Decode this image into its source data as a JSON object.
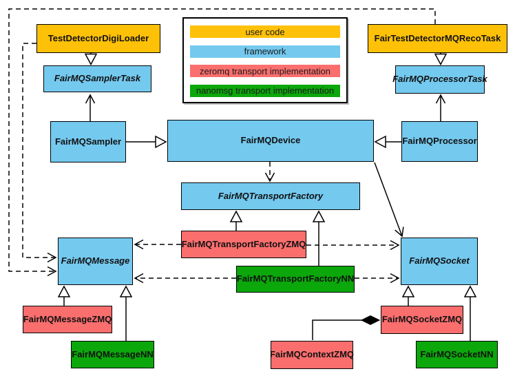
{
  "legend": {
    "items": [
      {
        "label": "user code",
        "color": "#FFC107"
      },
      {
        "label": "framework",
        "color": "#74C9EF"
      },
      {
        "label": "zeromq transport implementation",
        "color": "#FA6E6E"
      },
      {
        "label": "nanomsg transport implementation",
        "color": "#0BA70B"
      }
    ]
  },
  "colors": {
    "user_code": "#FFC107",
    "framework": "#74C9EF",
    "zeromq": "#FA6E6E",
    "nanomsg": "#0BA70B",
    "line": "#000000"
  },
  "nodes": {
    "testDetectorDigiLoader": {
      "label": "TestDetectorDigiLoader",
      "category": "user code",
      "abstract": false
    },
    "fairTestDetectorMQRecoTask": {
      "label": "FairTestDetectorMQRecoTask",
      "category": "user code",
      "abstract": false
    },
    "fairMQSamplerTask": {
      "label": "FairMQSamplerTask",
      "category": "framework",
      "abstract": true
    },
    "fairMQProcessorTask": {
      "label": "FairMQProcessorTask",
      "category": "framework",
      "abstract": true
    },
    "fairMQSampler": {
      "label": "FairMQSampler",
      "category": "framework",
      "abstract": false
    },
    "fairMQDevice": {
      "label": "FairMQDevice",
      "category": "framework",
      "abstract": false
    },
    "fairMQProcessor": {
      "label": "FairMQProcessor",
      "category": "framework",
      "abstract": false
    },
    "fairMQTransportFactory": {
      "label": "FairMQTransportFactory",
      "category": "framework",
      "abstract": true
    },
    "fairMQTransportFactoryZMQ": {
      "label": "FairMQTransportFactoryZMQ",
      "category": "zeromq",
      "abstract": false
    },
    "fairMQTransportFactoryNN": {
      "label": "FairMQTransportFactoryNN",
      "category": "nanomsg",
      "abstract": false
    },
    "fairMQMessage": {
      "label": "FairMQMessage",
      "category": "framework",
      "abstract": true
    },
    "fairMQSocket": {
      "label": "FairMQSocket",
      "category": "framework",
      "abstract": true
    },
    "fairMQMessageZMQ": {
      "label": "FairMQMessageZMQ",
      "category": "zeromq",
      "abstract": false
    },
    "fairMQMessageNN": {
      "label": "FairMQMessageNN",
      "category": "nanomsg",
      "abstract": false
    },
    "fairMQSocketZMQ": {
      "label": "FairMQSocketZMQ",
      "category": "zeromq",
      "abstract": false
    },
    "fairMQSocketNN": {
      "label": "FairMQSocketNN",
      "category": "nanomsg",
      "abstract": false
    },
    "fairMQContextZMQ": {
      "label": "FairMQContextZMQ",
      "category": "zeromq",
      "abstract": false
    }
  },
  "edges": [
    {
      "from": "TestDetectorDigiLoader",
      "to": "FairMQSamplerTask",
      "type": "inheritance"
    },
    {
      "from": "FairTestDetectorMQRecoTask",
      "to": "FairMQProcessorTask",
      "type": "inheritance"
    },
    {
      "from": "FairMQSampler",
      "to": "FairMQSamplerTask",
      "type": "association"
    },
    {
      "from": "FairMQProcessor",
      "to": "FairMQProcessorTask",
      "type": "association"
    },
    {
      "from": "FairMQSampler",
      "to": "FairMQDevice",
      "type": "inheritance"
    },
    {
      "from": "FairMQProcessor",
      "to": "FairMQDevice",
      "type": "inheritance"
    },
    {
      "from": "FairMQDevice",
      "to": "FairMQTransportFactory",
      "type": "dependency"
    },
    {
      "from": "FairMQDevice",
      "to": "FairMQSocket",
      "type": "association"
    },
    {
      "from": "FairMQTransportFactoryZMQ",
      "to": "FairMQTransportFactory",
      "type": "inheritance"
    },
    {
      "from": "FairMQTransportFactoryNN",
      "to": "FairMQTransportFactory",
      "type": "inheritance"
    },
    {
      "from": "FairMQTransportFactoryZMQ",
      "to": "FairMQMessage",
      "type": "dependency"
    },
    {
      "from": "FairMQTransportFactoryZMQ",
      "to": "FairMQSocket",
      "type": "dependency"
    },
    {
      "from": "FairMQTransportFactoryNN",
      "to": "FairMQMessage",
      "type": "dependency"
    },
    {
      "from": "FairMQTransportFactoryNN",
      "to": "FairMQSocket",
      "type": "dependency"
    },
    {
      "from": "TestDetectorDigiLoader",
      "to": "FairMQMessage",
      "type": "dependency"
    },
    {
      "from": "FairTestDetectorMQRecoTask",
      "to": "FairMQMessage",
      "type": "dependency"
    },
    {
      "from": "FairMQMessageZMQ",
      "to": "FairMQMessage",
      "type": "inheritance"
    },
    {
      "from": "FairMQMessageNN",
      "to": "FairMQMessage",
      "type": "inheritance"
    },
    {
      "from": "FairMQSocketZMQ",
      "to": "FairMQSocket",
      "type": "inheritance"
    },
    {
      "from": "FairMQSocketNN",
      "to": "FairMQSocket",
      "type": "inheritance"
    },
    {
      "from": "FairMQContextZMQ",
      "to": "FairMQSocketZMQ",
      "type": "composition"
    }
  ]
}
